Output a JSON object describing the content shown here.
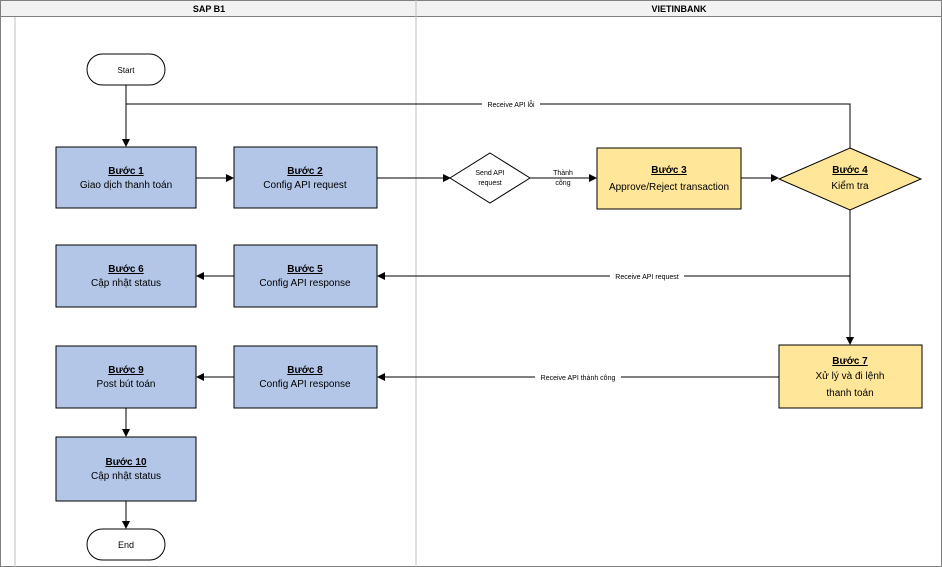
{
  "lanes": {
    "left": "SAP B1",
    "right": "VIETINBANK"
  },
  "colors": {
    "sap_fill": "#b4c6e7",
    "bank_fill": "#ffe699",
    "stroke": "#000000"
  },
  "nodes": {
    "start": "Start",
    "end": "End",
    "step1": {
      "title": "Bước 1",
      "text": [
        "Giao dịch thanh toán"
      ]
    },
    "step2": {
      "title": "Bước 2",
      "text": [
        "Config API request"
      ]
    },
    "send": {
      "text": [
        "Send API",
        "request"
      ]
    },
    "step3": {
      "title": "Bước 3",
      "text": [
        "Approve/Reject transaction"
      ]
    },
    "step4": {
      "title": "Bước 4",
      "text": [
        "Kiểm tra"
      ]
    },
    "step5": {
      "title": "Bước 5",
      "text": [
        "Config API response"
      ]
    },
    "step6": {
      "title": "Bước 6",
      "text": [
        "Cập nhật status"
      ]
    },
    "step7": {
      "title": "Bước 7",
      "text": [
        "Xử lý và đi lệnh",
        "thanh toán"
      ]
    },
    "step8": {
      "title": "Bước 8",
      "text": [
        "Config API response"
      ]
    },
    "step9": {
      "title": "Bước 9",
      "text": [
        "Post bút toán"
      ]
    },
    "step10": {
      "title": "Bước 10",
      "text": [
        "Cập nhật status"
      ]
    }
  },
  "edges": {
    "receive_error": "Receive API lỗi",
    "success": [
      "Thành",
      "công"
    ],
    "receive_request": "Receive API request",
    "receive_success": "Receive API thành công"
  }
}
